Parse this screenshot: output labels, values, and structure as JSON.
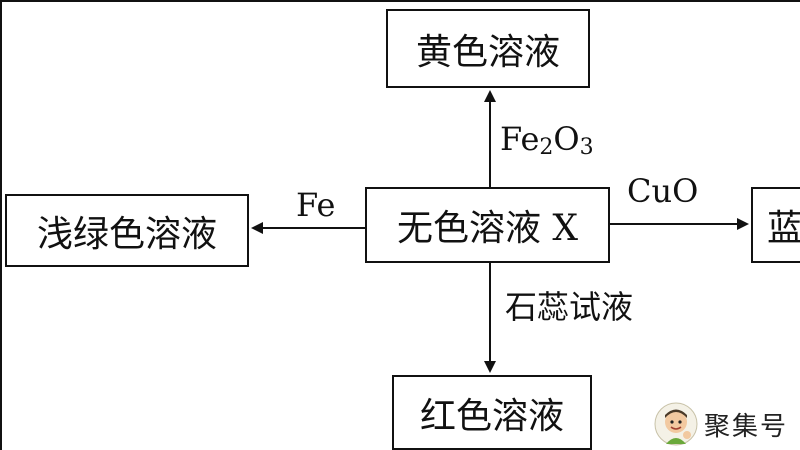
{
  "diagram": {
    "center": {
      "text": "无色溶液 X"
    },
    "top": {
      "text": "黄色溶液"
    },
    "left": {
      "text": "浅绿色溶液"
    },
    "right": {
      "text": "蓝"
    },
    "bottom": {
      "text": "红色溶液"
    }
  },
  "labels": {
    "top_main": "Fe",
    "top_sub1": "2",
    "top_mid": "O",
    "top_sub2": "3",
    "left": "Fe",
    "right": "CuO",
    "bottom": "石蕊试液"
  },
  "watermark": {
    "text": "聚集号",
    "icon": "cartoon-avatar-icon"
  },
  "colors": {
    "line": "#111111",
    "background": "#ffffff"
  }
}
